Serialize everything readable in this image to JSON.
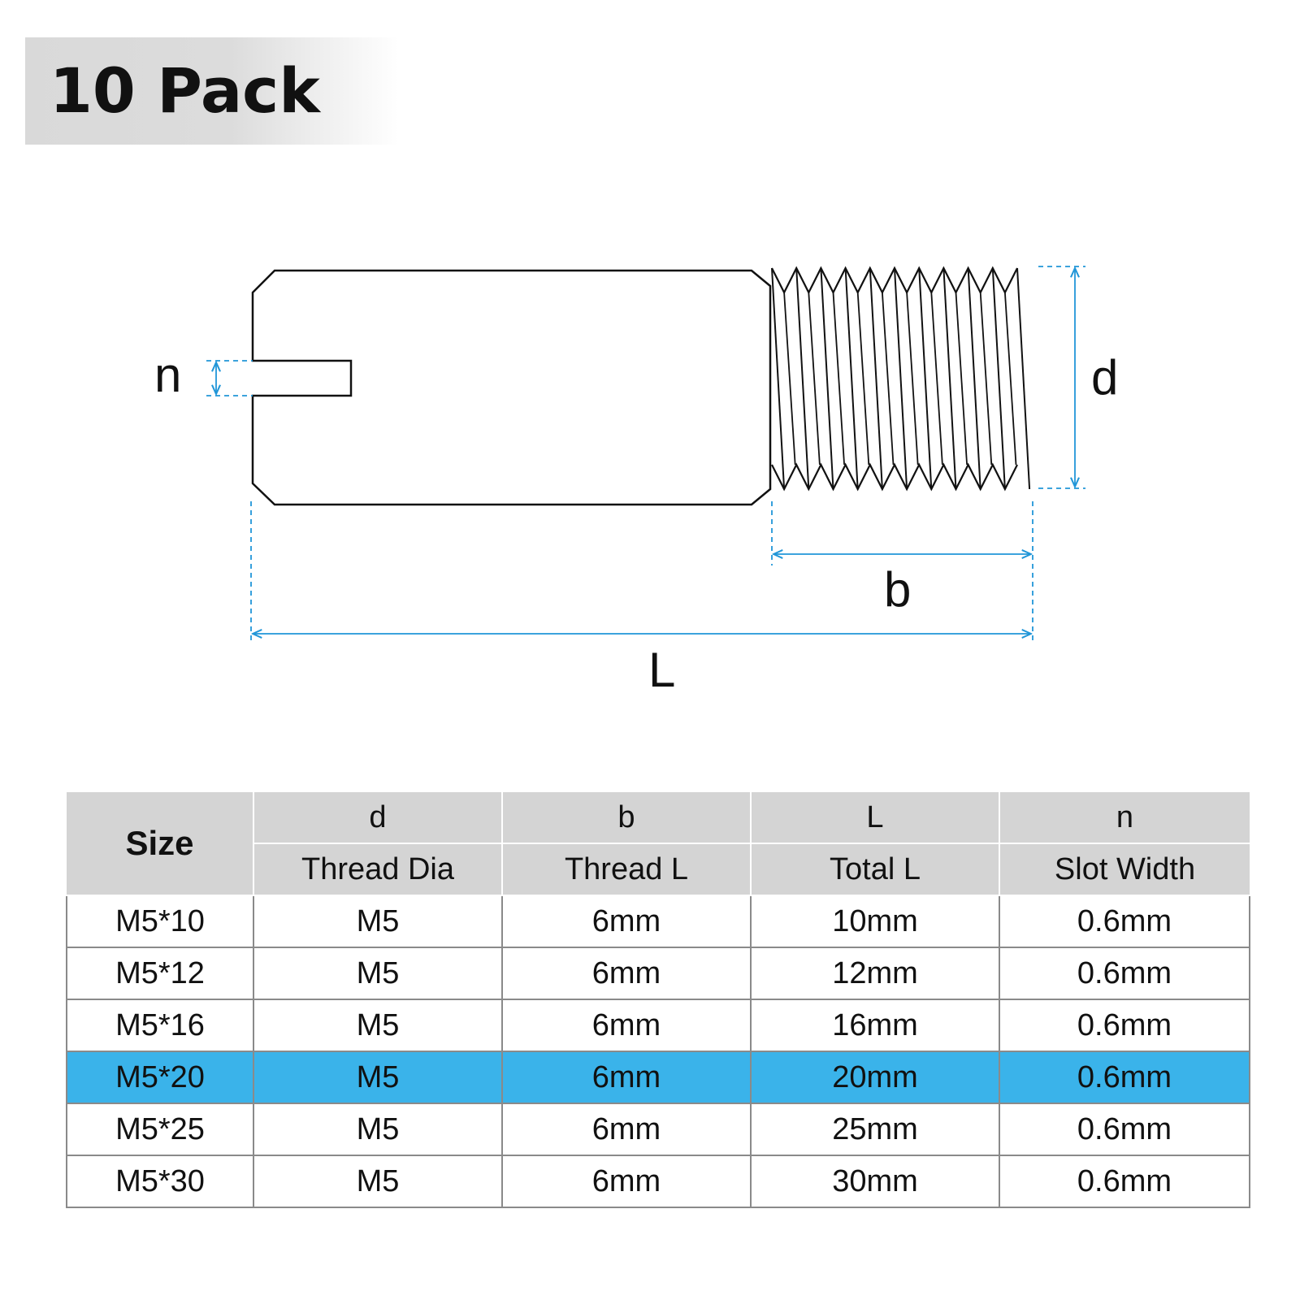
{
  "header": {
    "title": "10 Pack"
  },
  "diagram": {
    "labels": {
      "n": "n",
      "d": "d",
      "b": "b",
      "L": "L"
    },
    "colors": {
      "outline": "#111111",
      "dimension": "#2196d8"
    }
  },
  "table": {
    "size_header": "Size",
    "columns": [
      {
        "symbol": "d",
        "name": "Thread Dia"
      },
      {
        "symbol": "b",
        "name": "Thread L"
      },
      {
        "symbol": "L",
        "name": "Total L"
      },
      {
        "symbol": "n",
        "name": "Slot Width"
      }
    ],
    "rows": [
      [
        "M5*10",
        "M5",
        "6mm",
        "10mm",
        "0.6mm"
      ],
      [
        "M5*12",
        "M5",
        "6mm",
        "12mm",
        "0.6mm"
      ],
      [
        "M5*16",
        "M5",
        "6mm",
        "16mm",
        "0.6mm"
      ],
      [
        "M5*20",
        "M5",
        "6mm",
        "20mm",
        "0.6mm"
      ],
      [
        "M5*25",
        "M5",
        "6mm",
        "25mm",
        "0.6mm"
      ],
      [
        "M5*30",
        "M5",
        "6mm",
        "30mm",
        "0.6mm"
      ]
    ],
    "highlight_row": 3,
    "highlight_color": "#3ab3ea"
  }
}
